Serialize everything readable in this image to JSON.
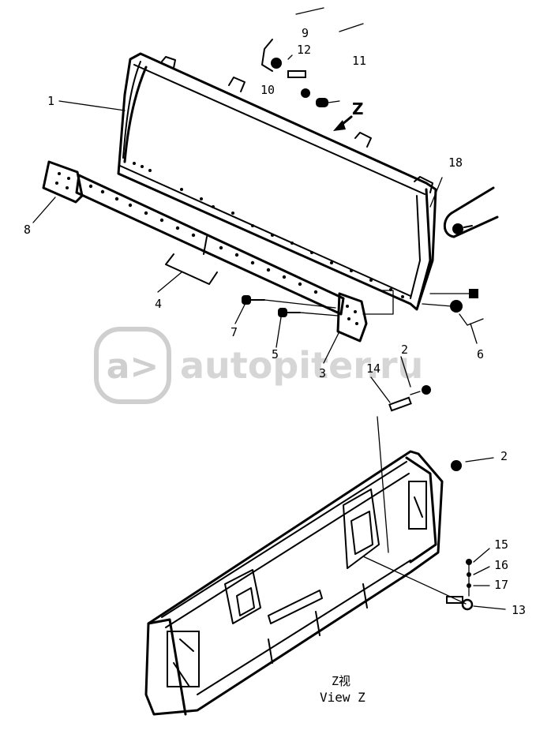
{
  "callouts": {
    "c1": "1",
    "c2a": "2",
    "c2b": "2",
    "c3": "3",
    "c4": "4",
    "c5": "5",
    "c6": "6",
    "c7": "7",
    "c8": "8",
    "c9": "9",
    "c10": "10",
    "c11": "11",
    "c12": "12",
    "c13": "13",
    "c14": "14",
    "c15": "15",
    "c16": "16",
    "c17": "17",
    "c18": "18"
  },
  "view_arrow_letter": "Z",
  "caption": {
    "cn": "Z视",
    "en": "View Z"
  },
  "watermark": {
    "text": "autopiter.ru",
    "logo_glyph": "a>"
  },
  "colors": {
    "line": "#000000",
    "watermark": "#cfcfcf",
    "background": "#ffffff"
  }
}
